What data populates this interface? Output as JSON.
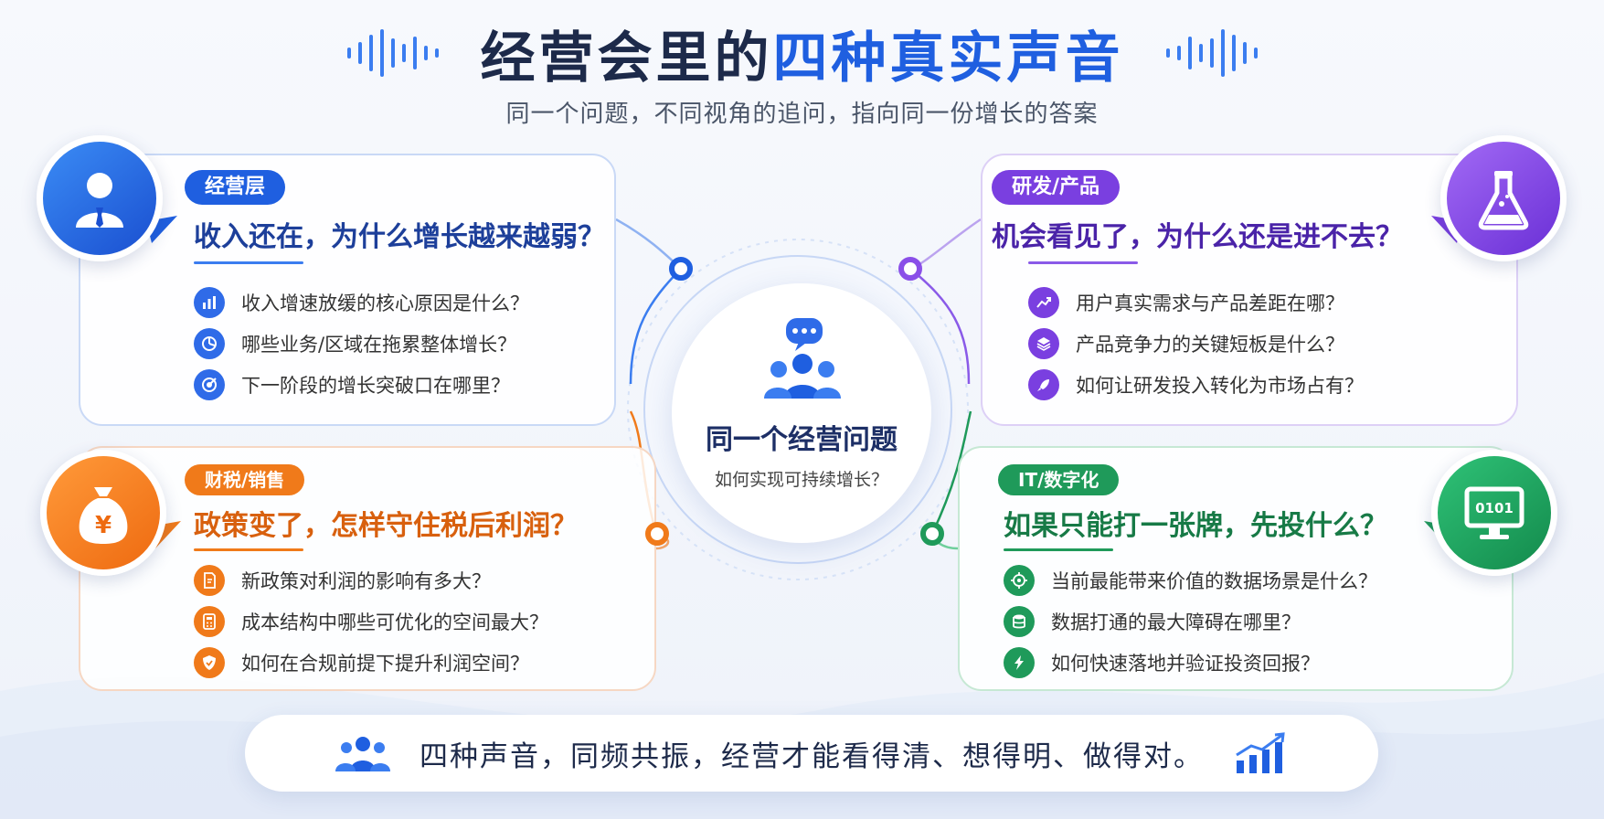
{
  "header": {
    "title_part1": "经营会里的",
    "title_part2": "四种真实声音",
    "subtitle": "同一个问题，不同视角的追问，指向同一份增长的答案"
  },
  "center": {
    "title": "同一个经营问题",
    "subtitle": "如何实现可持续增长？"
  },
  "cards": {
    "executive": {
      "tag": "经营层",
      "headline": "收入还在，为什么增长越来越弱？",
      "color": "#1f5fe0",
      "items": [
        {
          "icon": "bar-chart-icon",
          "text": "收入增速放缓的核心原因是什么？"
        },
        {
          "icon": "pie-chart-icon",
          "text": "哪些业务/区域在拖累整体增长？"
        },
        {
          "icon": "target-icon",
          "text": "下一阶段的增长突破口在哪里？"
        }
      ]
    },
    "rd": {
      "tag": "研发/产品",
      "headline": "机会看见了，为什么还是进不去？",
      "color": "#7a3fe0",
      "items": [
        {
          "icon": "trend-icon",
          "text": "用户真实需求与产品差距在哪？"
        },
        {
          "icon": "layers-icon",
          "text": "产品竞争力的关键短板是什么？"
        },
        {
          "icon": "rocket-icon",
          "text": "如何让研发投入转化为市场占有？"
        }
      ]
    },
    "finance": {
      "tag": "财税/销售",
      "headline": "政策变了，怎样守住税后利润？",
      "color": "#f07a1a",
      "items": [
        {
          "icon": "document-icon",
          "text": "新政策对利润的影响有多大？"
        },
        {
          "icon": "calculator-icon",
          "text": "成本结构中哪些可优化的空间最大？"
        },
        {
          "icon": "shield-icon",
          "text": "如何在合规前提下提升利润空间？"
        }
      ]
    },
    "it": {
      "tag": "IT/数字化",
      "headline": "如果只能打一张牌，先投什么？",
      "color": "#1f9a5a",
      "avatar_text": "0101",
      "items": [
        {
          "icon": "crosshair-icon",
          "text": "当前最能带来价值的数据场景是什么？"
        },
        {
          "icon": "database-icon",
          "text": "数据打通的最大障碍在哪里？"
        },
        {
          "icon": "lightning-icon",
          "text": "如何快速落地并验证投资回报？"
        }
      ]
    }
  },
  "footer": {
    "text": "四种声音，同频共振，经营才能看得清、想得明、做得对。"
  }
}
